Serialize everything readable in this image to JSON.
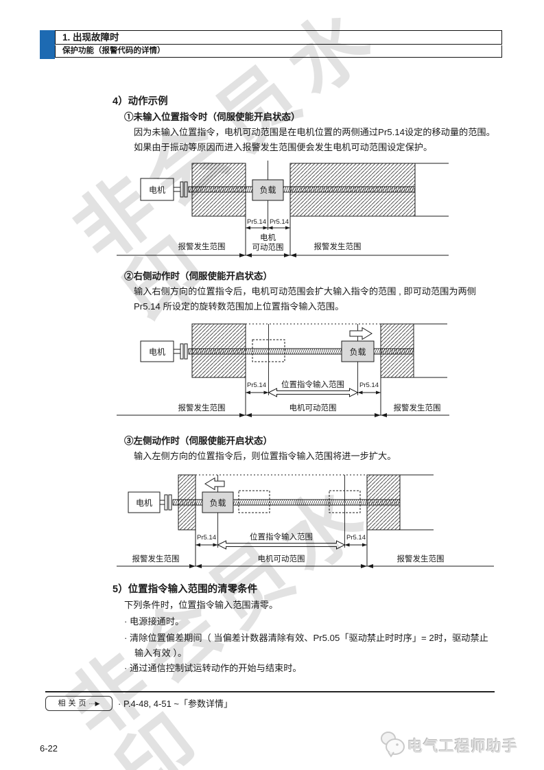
{
  "header": {
    "chapter": "1. 出现故障时",
    "section": "保护功能（报警代码的详情）"
  },
  "s4": {
    "title": "4）动作示例",
    "item1": {
      "heading": "①未输入位置指令时（伺服使能开启状态）",
      "line1": "因为未输入位置指令，电机可动范围是在电机位置的两侧通过Pr5.14设定的移动量的范围。",
      "line2": "如果由于振动等原因而进入报警发生范围便会发生电机可动范围设定保护。"
    },
    "item2": {
      "heading": "②右侧动作时（伺服使能开启状态）",
      "line1": "输入右侧方向的位置指令后，电机可动范围会扩大输入指令的范围 , 即可动范围为两侧",
      "line2": "Pr5.14 所设定的旋转数范围加上位置指令输入范围。"
    },
    "item3": {
      "heading": "③左侧动作时（伺服使能开启状态）",
      "line1": "输入左侧方向的位置指令后，则位置指令输入范围将进一步扩大。"
    }
  },
  "s5": {
    "title": "5）位置指令输入范围的清零条件",
    "intro": "下列条件时，位置指令输入范围清零。",
    "bullets": [
      "· 电源接通时。",
      "· 清除位置偏差期间（ 当偏差计数器清除有效、Pr5.05「驱动禁止时时序」= 2时，驱动禁止",
      "输入有效 ）。",
      "· 通过通信控制试运转动作的开始与结束时。"
    ]
  },
  "diagram": {
    "motor": "电机",
    "load": "负载",
    "pr514": "Pr5.14",
    "alarm_range": "报警发生范围",
    "motor_range_line1": "电机",
    "motor_range_line2": "可动范围",
    "motor_movable_range": "电机可动范围",
    "position_cmd_range": "位置指令输入范围"
  },
  "footer": {
    "related_label": "相关页",
    "related_icon": "···▶",
    "related_text": "· P.4-48, 4-51 ~「参数详情」",
    "page_number": "6-22",
    "brand": "电气工程师助手"
  },
  "watermark": {
    "text": "非会员水印"
  },
  "colors": {
    "accent_blue": "#1d6ab2",
    "load_fill": "#d9d9d9"
  }
}
